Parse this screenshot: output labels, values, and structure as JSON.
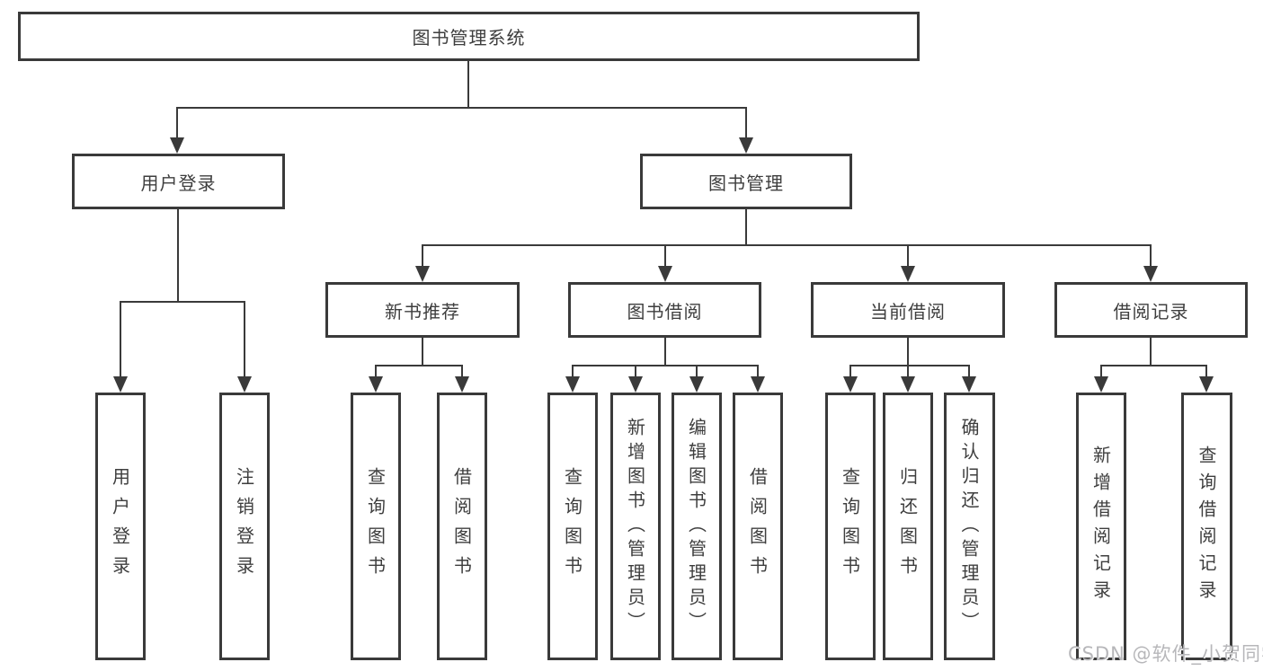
{
  "diagram": {
    "title": "图书管理系统",
    "level2": [
      {
        "label": "用户登录"
      },
      {
        "label": "图书管理"
      }
    ],
    "level3": [
      {
        "label": "新书推荐"
      },
      {
        "label": "图书借阅"
      },
      {
        "label": "当前借阅"
      },
      {
        "label": "借阅记录"
      }
    ],
    "leaves": [
      {
        "label": "用户登录"
      },
      {
        "label": "注销登录"
      },
      {
        "label": "查询图书"
      },
      {
        "label": "借阅图书"
      },
      {
        "label": "查询图书"
      },
      {
        "label": "新增图书（管理员）"
      },
      {
        "label": "编辑图书（管理员）"
      },
      {
        "label": "借阅图书"
      },
      {
        "label": "查询图书"
      },
      {
        "label": "归还图书"
      },
      {
        "label": "确认归还（管理员）"
      },
      {
        "label": "新增借阅记录"
      },
      {
        "label": "查询借阅记录"
      }
    ],
    "colors": {
      "line": "#3a3a3a",
      "box_border": "#3a3a3a",
      "text": "#3e3e3e",
      "background": "#ffffff",
      "watermark": "#b7b7ba"
    }
  },
  "watermark": {
    "text": "CSDN @软件_小贺同学"
  }
}
